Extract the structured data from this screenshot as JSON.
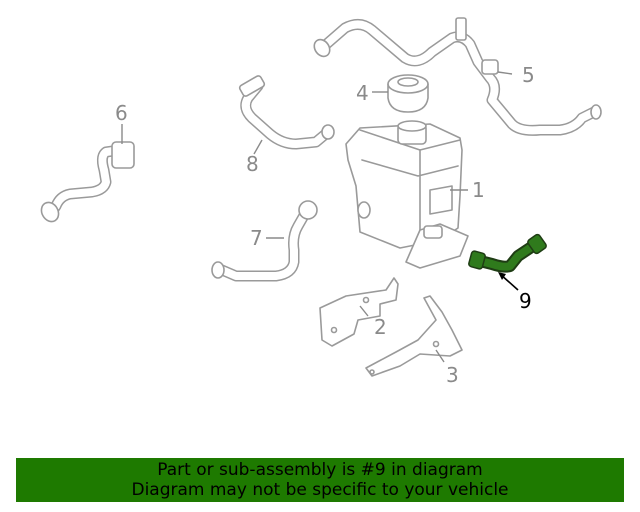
{
  "callouts": {
    "c1": "1",
    "c2": "2",
    "c3": "3",
    "c4": "4",
    "c5": "5",
    "c6": "6",
    "c7": "7",
    "c8": "8",
    "c9": "9"
  },
  "highlight": {
    "part_number": "9",
    "color": "#2f7a1c"
  },
  "banner": {
    "line1": "Part or sub-assembly is #9 in diagram",
    "line2": "Diagram may not be specific to your vehicle",
    "background": "#1e7a00"
  }
}
